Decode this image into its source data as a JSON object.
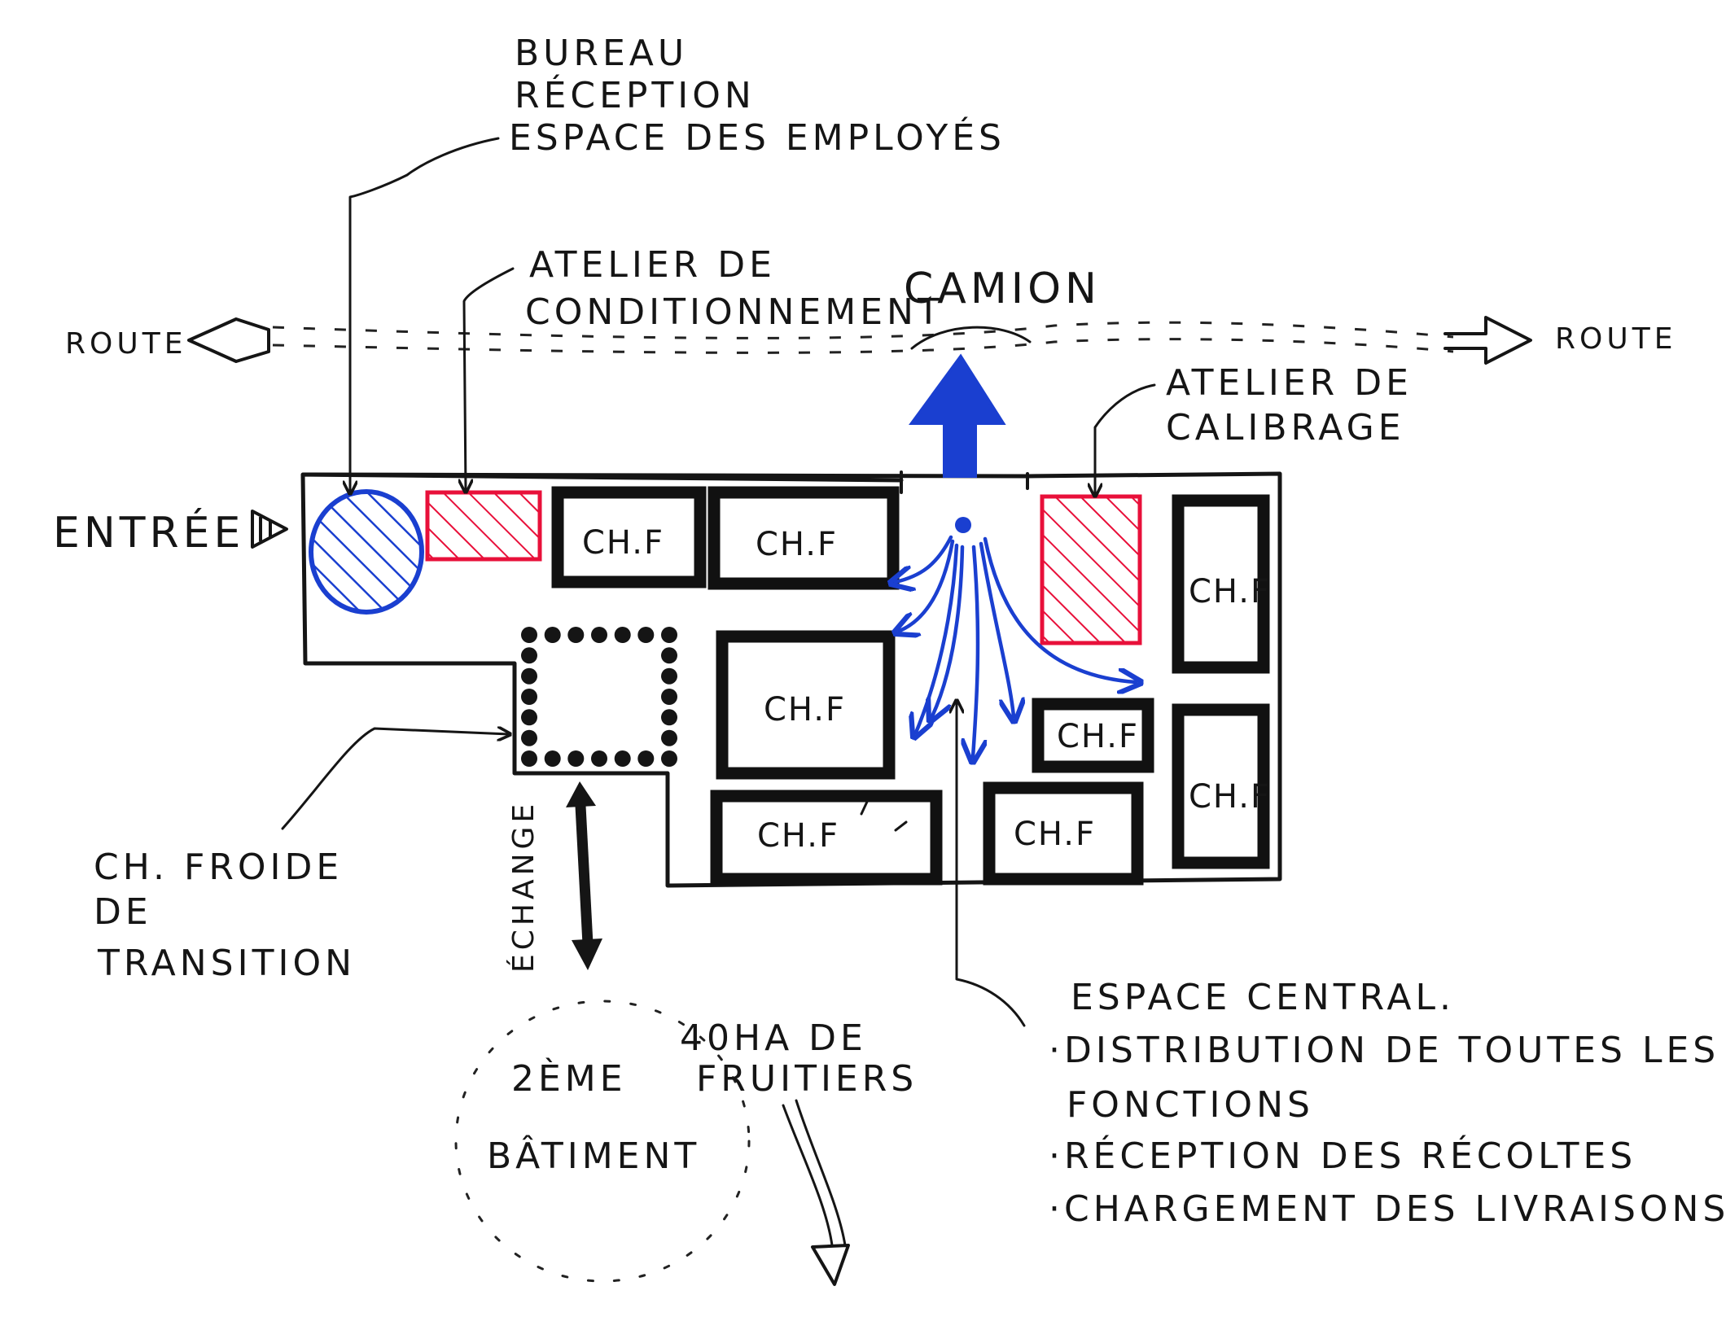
{
  "labels": {
    "bureau": [
      "BUREAU",
      "RÉCEPTION",
      "ESPACE DES EMPLOYÉS"
    ],
    "atelier_cond": [
      "ATELIER DE",
      "CONDITIONNEMENT"
    ],
    "camion": "CAMION",
    "route_left": "ROUTE",
    "route_right": "ROUTE",
    "atelier_calib": [
      "ATELIER DE",
      "CALIBRAGE"
    ],
    "entree": "ENTRÉE",
    "ch_froide_transition": [
      "CH. FROIDE",
      "DE",
      "TRANSITION"
    ],
    "echange": "ÉCHANGE",
    "fruitiers": [
      "40HA DE",
      "FRUITIERS"
    ],
    "batiment": [
      "2ÈME",
      "BÂTIMENT"
    ],
    "espace_central": [
      "ESPACE CENTRAL.",
      "·DISTRIBUTION DE TOUTES LES",
      "FONCTIONS",
      "·RÉCEPTION DES RÉCOLTES",
      "·CHARGEMENT DES LIVRAISONS"
    ]
  },
  "rooms": [
    "CH.F",
    "CH.F",
    "CH.F",
    "CH.F",
    "CH.F",
    "CH.F",
    "CH.F",
    "CH.F"
  ],
  "colors": {
    "ink": "#151515",
    "blue": "#1a3fd0",
    "red": "#e8103a"
  }
}
